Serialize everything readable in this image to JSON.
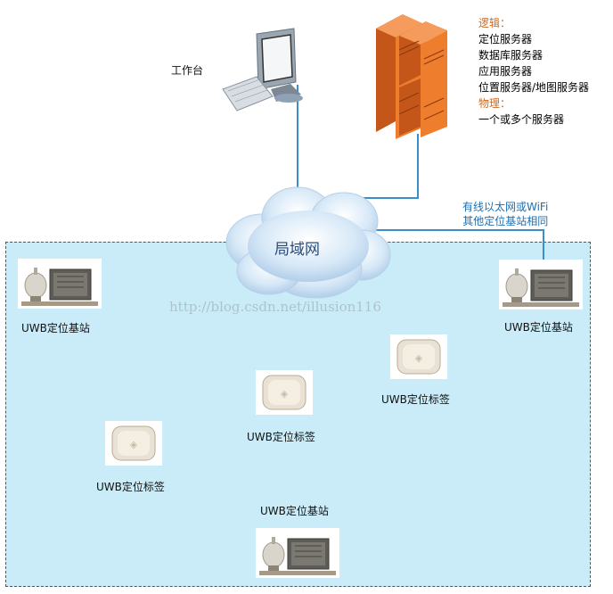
{
  "workstation": {
    "label": "工作台"
  },
  "servers_info": {
    "logical_heading": "逻辑：",
    "logical_items": [
      "定位服务器",
      "数据库服务器",
      "应用服务器",
      "位置服务器/地图服务器"
    ],
    "physical_heading": "物理：",
    "physical_items": [
      "一个或多个服务器"
    ]
  },
  "network": {
    "label": "局域网"
  },
  "link_note": {
    "line1": "有线以太网或WiFi",
    "line2": "其他定位基站相同"
  },
  "base_stations": [
    {
      "label": "UWB定位基站"
    },
    {
      "label": "UWB定位基站"
    },
    {
      "label": "UWB定位基站"
    }
  ],
  "tags": [
    {
      "label": "UWB定位标签"
    },
    {
      "label": "UWB定位标签"
    },
    {
      "label": "UWB定位标签"
    }
  ],
  "watermark": "http://blog.csdn.net/illusion116",
  "colors": {
    "zone": "#c9ecf8",
    "line": "#3a8fc8",
    "server": "#e8782a",
    "orange_text": "#d2691e",
    "blue_text": "#1f6fb0"
  }
}
